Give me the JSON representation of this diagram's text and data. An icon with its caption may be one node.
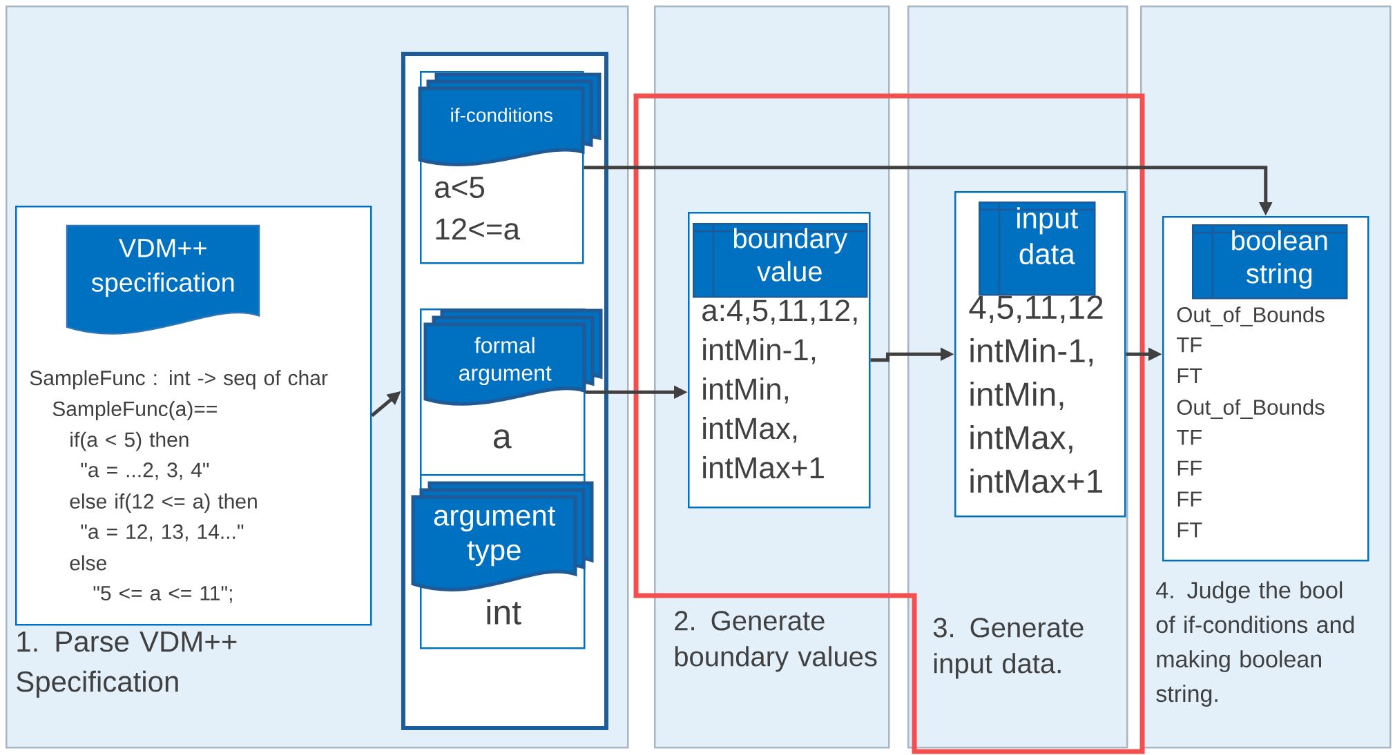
{
  "diagram": {
    "nodes": [
      {
        "text": [
          "1. Parse VDM++ Specification"
        ]
      },
      {
        "text": [
          "SampleFunc : int -> seq of char",
          "SampleFunc(a)==",
          "if(a < 5) then",
          "\"a = ...2, 3, 4\"",
          "else if(12 <= a) then",
          "\"a = 12, 13, 14...\"",
          "else",
          "\"5 <= a <= 11\";"
        ],
        "in": 0
      },
      {
        "text": [
          "VDM++ specification"
        ],
        "in": 1
      },
      {
        "text": [],
        "shape": "box",
        "in": 0
      },
      {
        "text": [
          "a<5",
          "12<=a"
        ],
        "in": 3
      },
      {
        "text": [
          "if-conditions"
        ],
        "in": 4
      },
      {
        "text": [
          "a"
        ],
        "in": 3
      },
      {
        "text": [
          "formal argument"
        ],
        "in": 3
      },
      {
        "text": [
          "int"
        ],
        "in": 3
      },
      {
        "text": [
          "argument type"
        ],
        "in": 8
      },
      {
        "text": [
          "2. Generate boundary values"
        ]
      },
      {
        "text": [
          "a:4,5,11,12, intMin-1, intMin, intMax, intMax+1"
        ],
        "in": 10
      },
      {
        "text": [
          "boundary value"
        ],
        "in": 11
      },
      {
        "text": [
          "3. Generate input data."
        ]
      },
      {
        "text": [
          "4,5,11,12 intMin-1, intMin, intMax, intMax+1"
        ],
        "in": 13
      },
      {
        "text": [
          "input data"
        ],
        "in": 14
      },
      {
        "text": [
          "4. Judge the bool of if-conditions and making boolean string."
        ]
      },
      {
        "text": [
          "Out_of_Bounds",
          "TF",
          "FT",
          "Out_of_Bounds",
          "TF",
          "FF",
          "FF",
          "FT"
        ],
        "in": 16
      },
      {
        "text": [
          "boolean string"
        ],
        "in": 17
      }
    ],
    "edges": [
      {
        "from": 1,
        "to": 3,
        "arrow": "to"
      },
      {
        "from": 4,
        "to": 17,
        "arrow": "to"
      },
      {
        "from": 6,
        "to": 11,
        "arrow": "to"
      },
      {
        "from": 11,
        "to": 14,
        "arrow": "to"
      },
      {
        "from": 14,
        "to": 17,
        "arrow": "to"
      }
    ]
  }
}
